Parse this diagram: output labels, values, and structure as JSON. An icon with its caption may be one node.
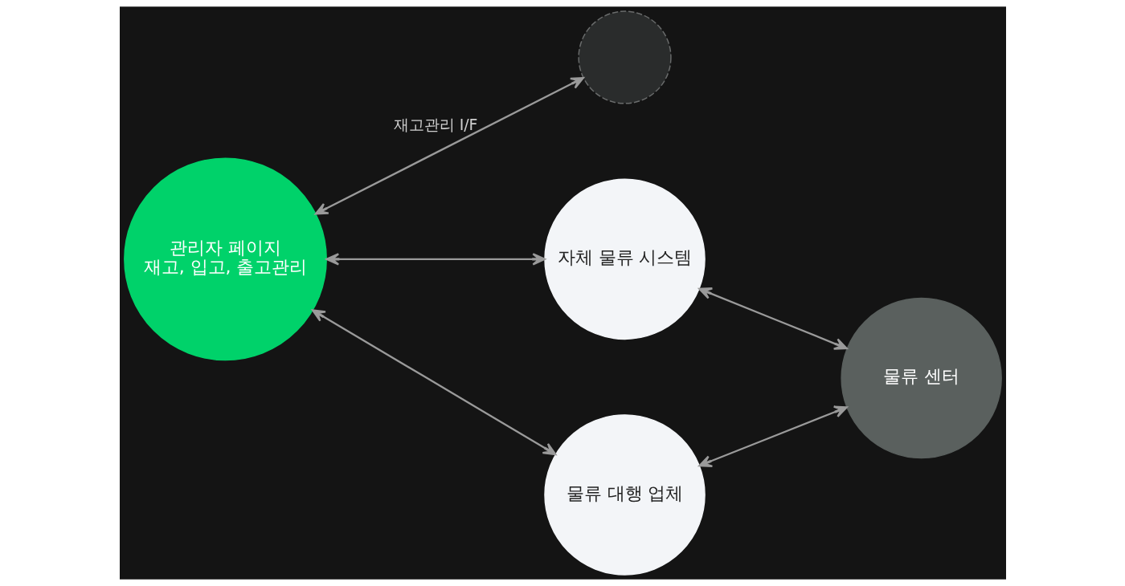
{
  "diagram": {
    "nodes": [
      {
        "text": [
          "관리자 페이지",
          "재고, 입고, 출고관리"
        ]
      },
      {
        "text": [],
        "shape": "circle"
      },
      {
        "text": [
          "자체 물류 시스템"
        ]
      },
      {
        "text": [
          "물류 대행 업체"
        ]
      },
      {
        "text": [
          "물류 센터"
        ]
      }
    ],
    "edges": [
      {
        "from": 0,
        "to": 1,
        "arrow": "both",
        "label": "재고관리 I/F"
      },
      {
        "from": 0,
        "to": 2,
        "arrow": "both"
      },
      {
        "from": 0,
        "to": 3,
        "arrow": "both"
      },
      {
        "from": 4,
        "to": 2,
        "arrow": "both"
      },
      {
        "from": 4,
        "to": 3,
        "arrow": "both"
      }
    ]
  }
}
